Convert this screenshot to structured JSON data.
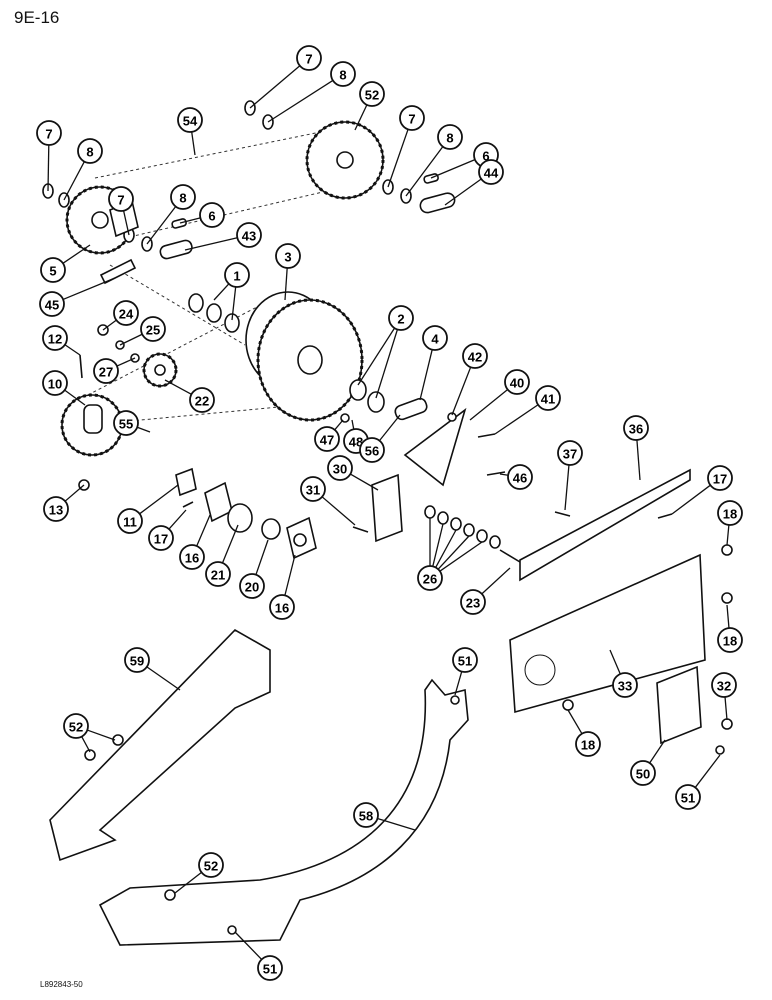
{
  "page_code": "9E-16",
  "figure_code": "L892843-50",
  "callouts": [
    "7",
    "8",
    "52",
    "7",
    "8",
    "54",
    "7",
    "8",
    "6",
    "44",
    "5",
    "7",
    "8",
    "6",
    "43",
    "45",
    "3",
    "1",
    "24",
    "12",
    "25",
    "2",
    "4",
    "42",
    "27",
    "40",
    "10",
    "22",
    "41",
    "47",
    "48",
    "55",
    "56",
    "36",
    "46",
    "37",
    "17",
    "30",
    "13",
    "11",
    "31",
    "18",
    "17",
    "16",
    "21",
    "20",
    "16",
    "26",
    "23",
    "18",
    "59",
    "51",
    "33",
    "52",
    "32",
    "58",
    "50",
    "18",
    "51",
    "52",
    "51"
  ]
}
